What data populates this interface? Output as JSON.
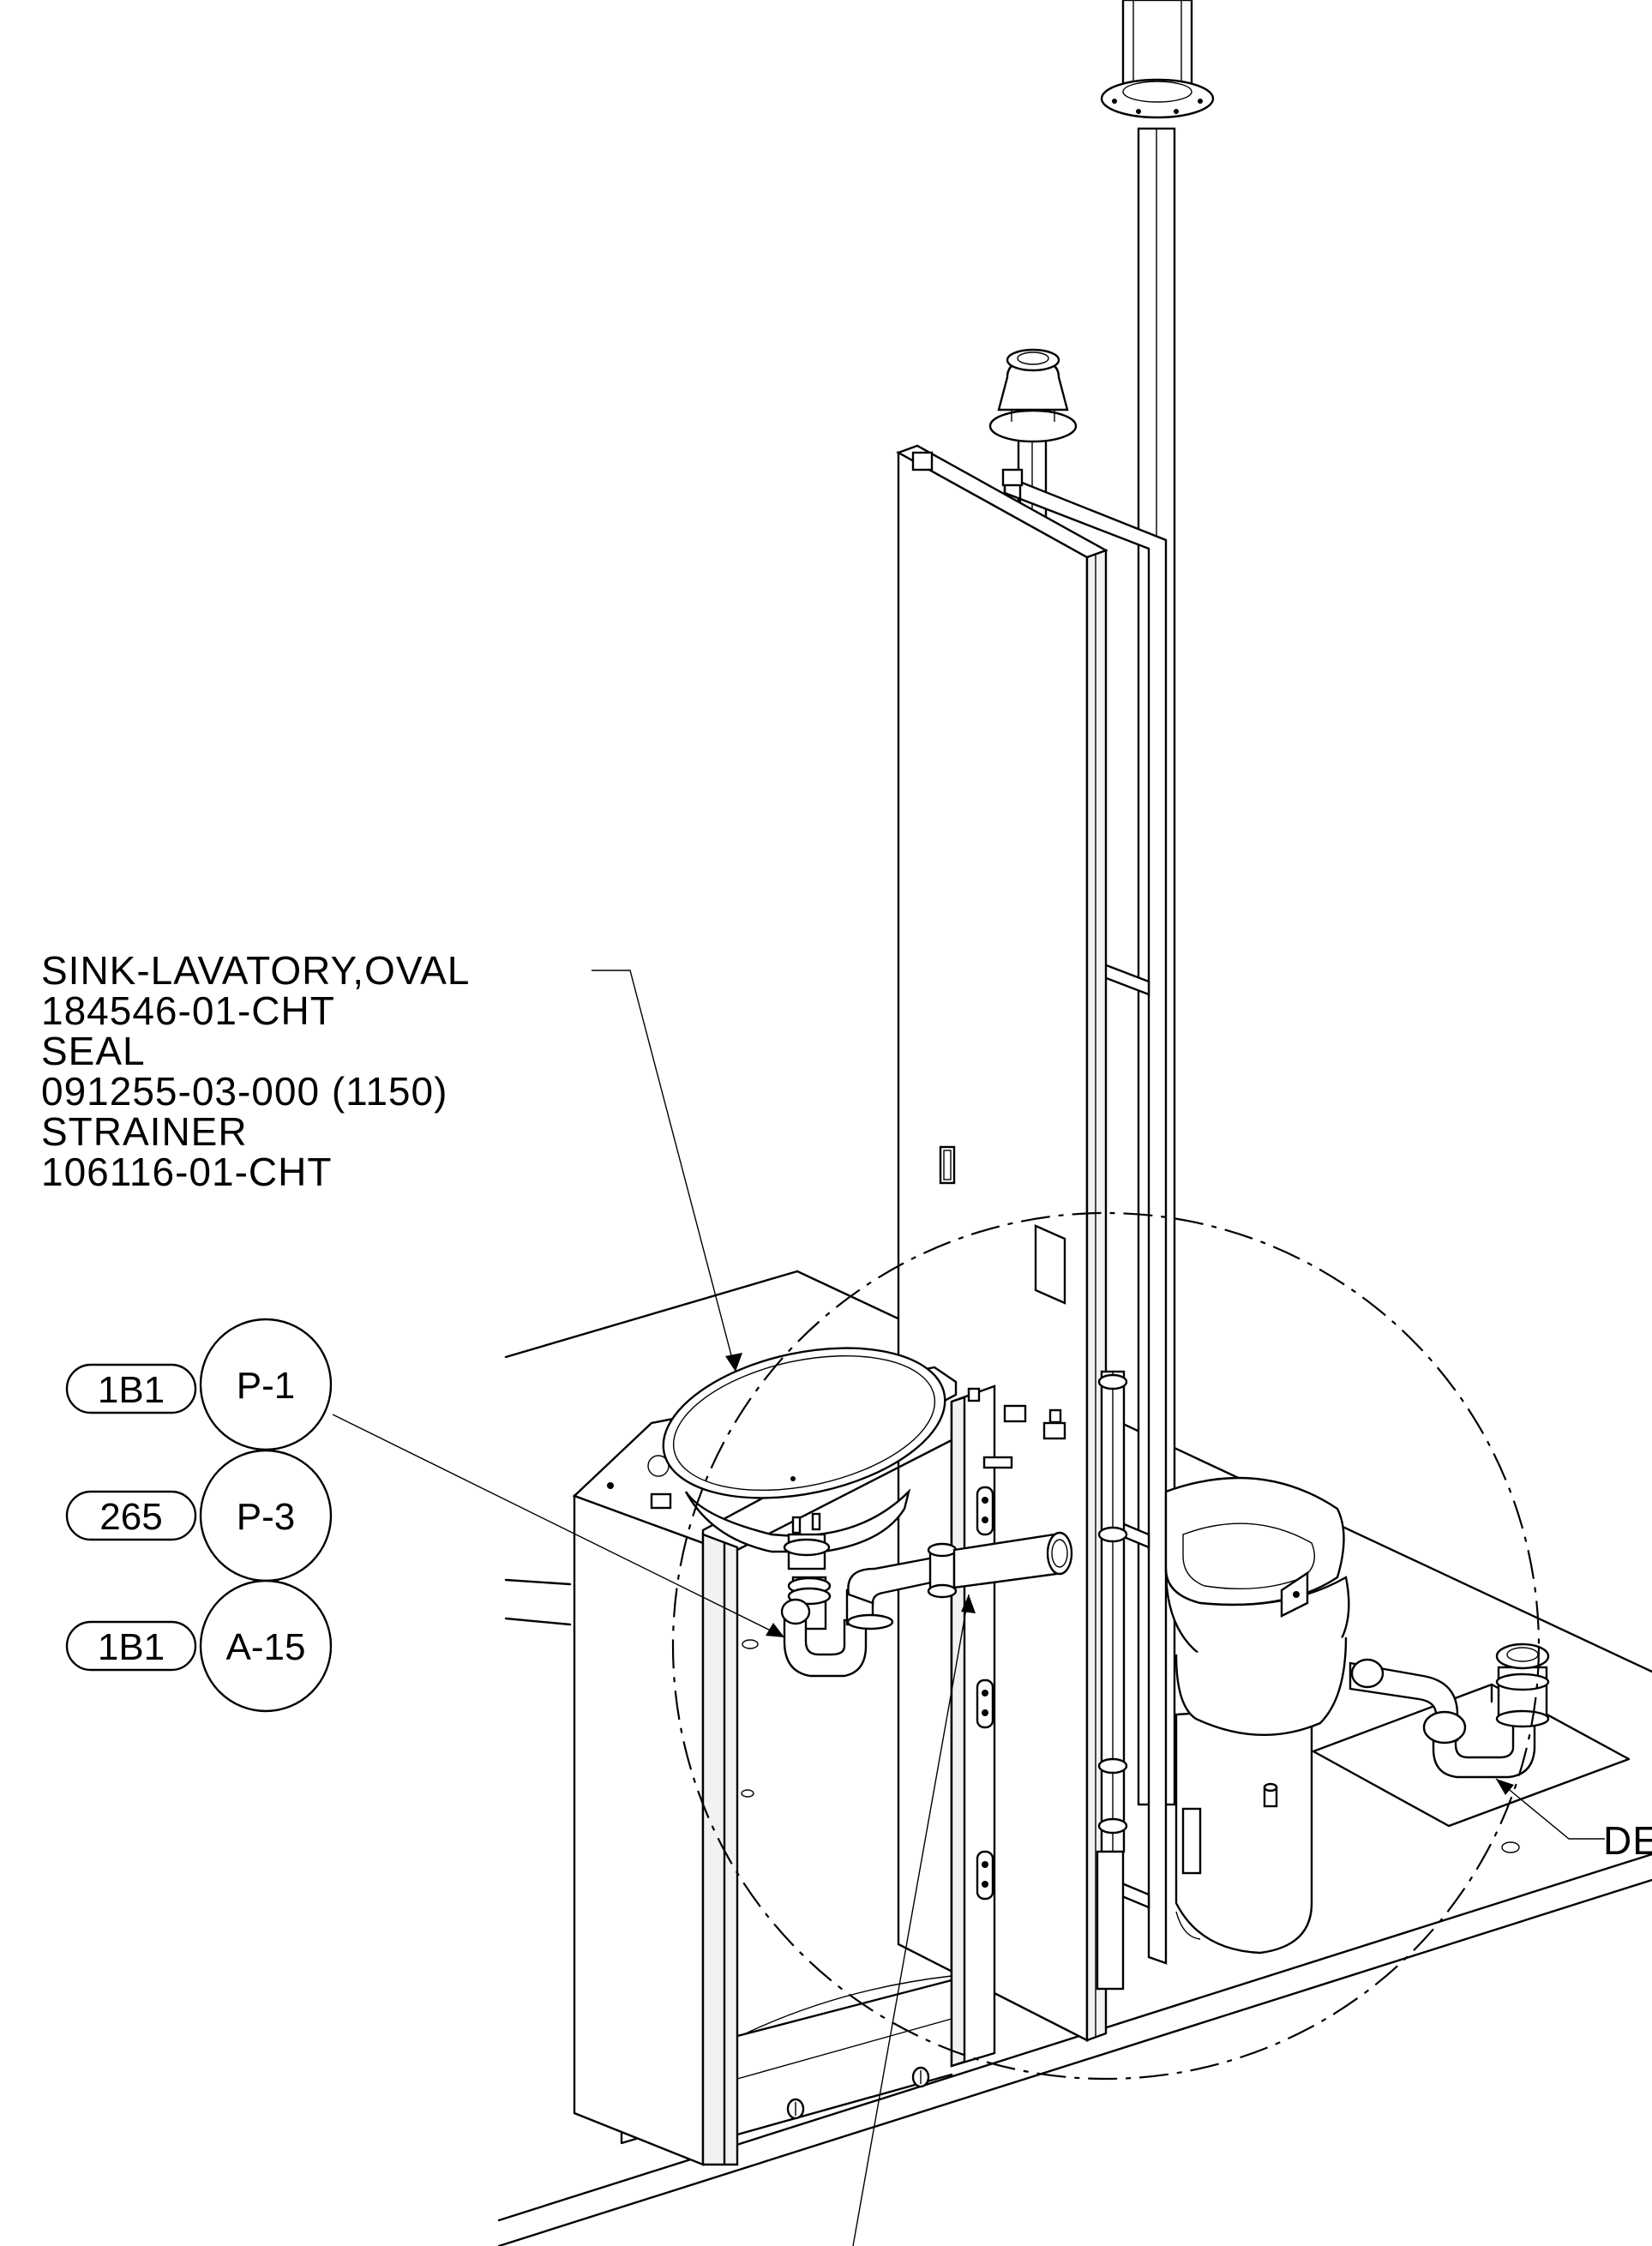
{
  "part_callout": {
    "lines": [
      "SINK-LAVATORY,OVAL",
      "184546-01-CHT",
      "SEAL",
      "091255-03-000 (1150)",
      "STRAINER",
      "106116-01-CHT"
    ]
  },
  "item_tags": [
    {
      "code": "1B1",
      "ref": "P-1"
    },
    {
      "code": "265",
      "ref": "P-3"
    },
    {
      "code": "1B1",
      "ref": "A-15"
    }
  ],
  "detail_label": "DE"
}
